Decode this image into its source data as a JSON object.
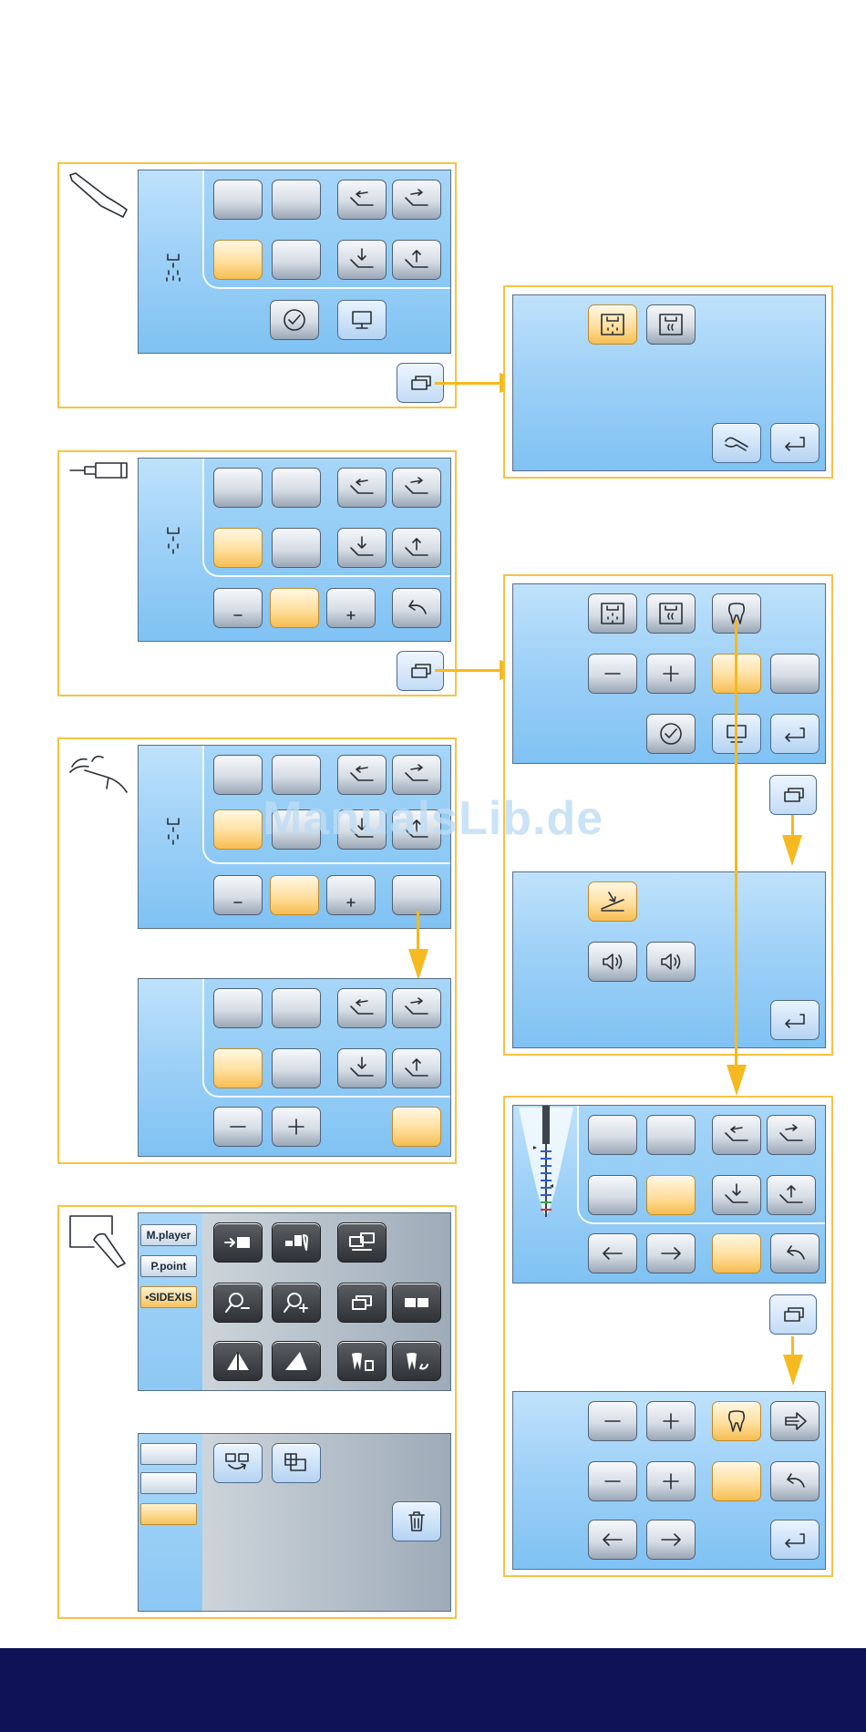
{
  "watermark": "ManualsLib.de",
  "sidexis_menu": {
    "items": [
      "M.player",
      "P.point",
      "SIDEXIS"
    ],
    "selected": "SIDEXIS"
  },
  "colors": {
    "frame": "#f6c342",
    "arrow": "#f6b91f",
    "footer": "#0d1356",
    "active_button": "#ffdf9e"
  },
  "icons": [
    "turbine-handpiece-icon",
    "forceps-icon",
    "motor-handpiece-icon",
    "scaler-icon",
    "touchscreen-icon",
    "chair-back-icon",
    "chair-forward-icon",
    "chair-down-icon",
    "chair-up-icon",
    "timer-icon",
    "monitor-icon",
    "window-switch-icon",
    "spray-icon",
    "water-icon",
    "wrench-icon",
    "return-icon",
    "tooth-icon",
    "minus-icon",
    "plus-icon",
    "undo-icon",
    "speaker-icon",
    "endo-file-icon",
    "arrow-left-icon",
    "arrow-right-icon",
    "zoom-in-icon",
    "zoom-out-icon",
    "trash-icon"
  ]
}
